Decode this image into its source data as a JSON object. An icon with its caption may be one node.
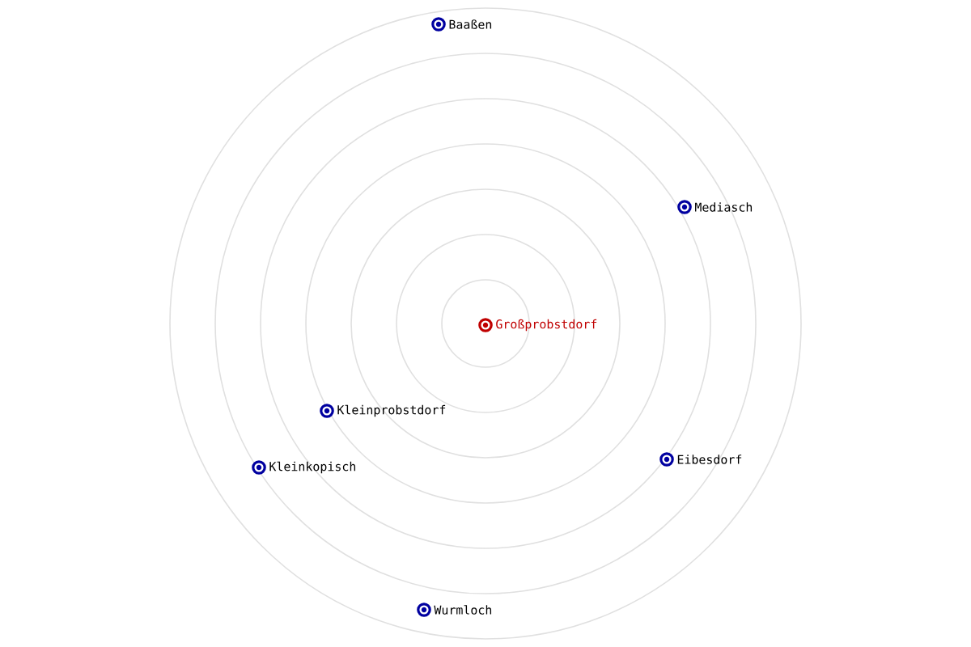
{
  "diagram": {
    "nodes": [
      {
        "text": [
          "Baaßen"
        ]
      },
      {
        "text": [
          "Mediasch"
        ]
      },
      {
        "text": [
          "Großprobstdorf"
        ]
      },
      {
        "text": [
          "Kleinprobstdorf"
        ]
      },
      {
        "text": [
          "Kleinkopisch"
        ]
      },
      {
        "text": [
          "Eibesdorf"
        ]
      },
      {
        "text": [
          "Wurmloch"
        ]
      }
    ],
    "edges": []
  }
}
